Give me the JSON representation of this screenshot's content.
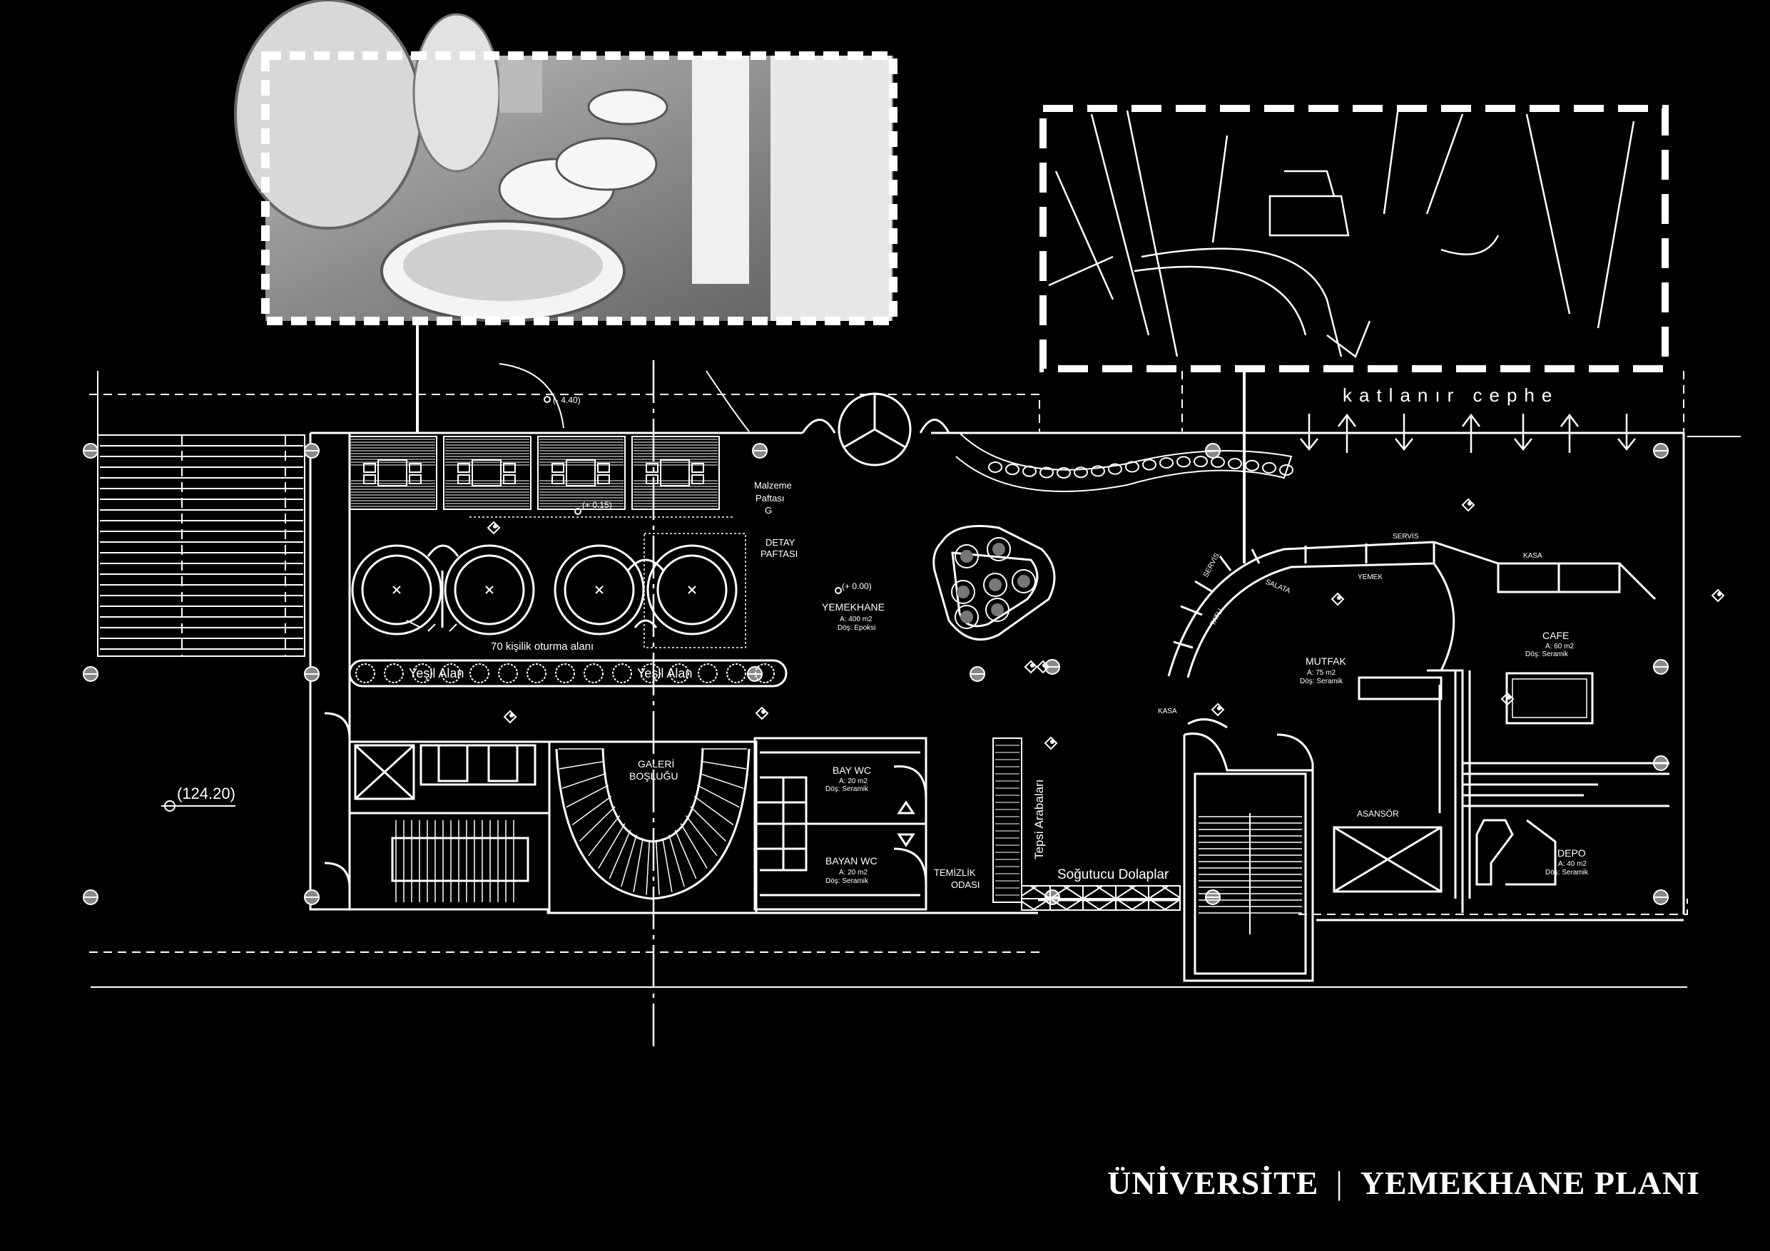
{
  "title": {
    "left": "ÜNİVERSİTE",
    "separator": "|",
    "right": "YEMEKHANE PLANI"
  },
  "labels": {
    "facade": "katlanır cephe",
    "malzeme_1": "Malzeme",
    "malzeme_2": "Paftası",
    "malzeme_3": "G",
    "detay_1": "DETAY",
    "detay_2": "PAFTASI",
    "level_a": "(- 4.40)",
    "level_b": "(+ 0.15)",
    "level_c": "(+ 0.00)",
    "level_d": "(124.20)",
    "seating": "70 kişilik oturma alanı",
    "green1": "Yeşil Alan",
    "green2": "Yeşil Alan",
    "yemekhane": "YEMEKHANE",
    "yemekhane_area": "A: 400 m2",
    "yemekhane_floor": "Döş: Epoksi",
    "galeri_1": "GALERİ",
    "galeri_2": "BOŞLUĞU",
    "baywc": "BAY WC",
    "baywc_area": "A: 20 m2",
    "baywc_floor": "Döş: Seramik",
    "bayanwc": "BAYAN WC",
    "bayanwc_area": "A: 20 m2",
    "bayanwc_floor": "Döş: Seramik",
    "temizlik_1": "TEMİZLİK",
    "temizlik_2": "ODASI",
    "tepsi": "Tepsi Arabaları",
    "sogutucu": "Soğutucu Dolaplar",
    "servis1": "SERVİS",
    "servis2": "SERVİS",
    "tatli": "TATLI",
    "salata": "SALATA",
    "yemek": "YEMEK",
    "kasa1": "KASA",
    "kasa2": "KASA",
    "mutfak": "MUTFAK",
    "mutfak_area": "A: 75 m2",
    "mutfak_floor": "Döş: Seramik",
    "cafe": "CAFE",
    "cafe_area": "A: 60 m2",
    "cafe_floor": "Döş: Seramik",
    "asansor": "ASANSÖR",
    "depo": "DEPO",
    "depo_area": "A: 40 m2",
    "depo_floor": "Döş: Seramik"
  }
}
